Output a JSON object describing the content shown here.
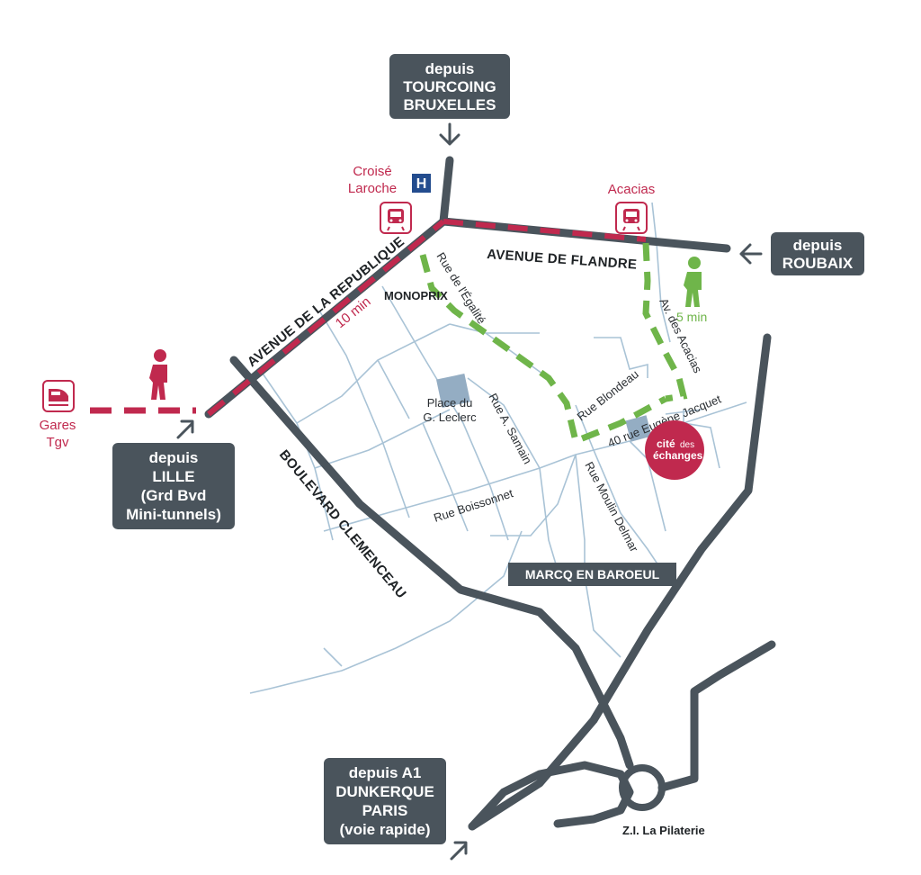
{
  "origins": {
    "tourcoing": [
      "depuis",
      "TOURCOING",
      "BRUXELLES"
    ],
    "roubaix": [
      "depuis",
      "ROUBAIX"
    ],
    "lille": [
      "depuis",
      "LILLE",
      "(Grd Bvd",
      "Mini-tunnels)"
    ],
    "a1": [
      "depuis A1",
      "DUNKERQUE",
      "PARIS",
      "(voie rapide)"
    ]
  },
  "stops": {
    "croise": [
      "Croisé",
      "Laroche"
    ],
    "acacias": "Acacias",
    "gares": [
      "Gares",
      "Tgv"
    ]
  },
  "hospital_letter": "H",
  "streets": {
    "avenue_republique": "AVENUE DE LA REPUBLIQUE",
    "avenue_flandre": "AVENUE DE FLANDRE",
    "boulevard_clemenceau": "BOULEVARD CLEMENCEAU",
    "monoprix": "MONOPRIX",
    "rue_egalite": "Rue de l'Égalité",
    "place_leclerc": [
      "Place du",
      "G. Leclerc"
    ],
    "rue_samain": "Rue A. Samain",
    "rue_blondeau": "Rue Blondeau",
    "rue_jacquet": "40 rue Eugène Jacquet",
    "av_acacias": "Av. des Acacias",
    "rue_boissonnet": "Rue Boissonnet",
    "rue_moulin": "Rue Moulin Delmar",
    "zi_pilaterie": "Z.I. La Pilaterie"
  },
  "district": "MARCQ EN BAROEUL",
  "times": {
    "red": "10 min",
    "green": "5 min"
  },
  "destination": {
    "line1": "cité",
    "line1b": "des",
    "line2": "échanges"
  },
  "colors": {
    "dark": "#4a545c",
    "red": "#c0294e",
    "green": "#6fb54a",
    "street": "#a9c3d6",
    "square": "#94adc3",
    "hospital": "#234c8e"
  }
}
